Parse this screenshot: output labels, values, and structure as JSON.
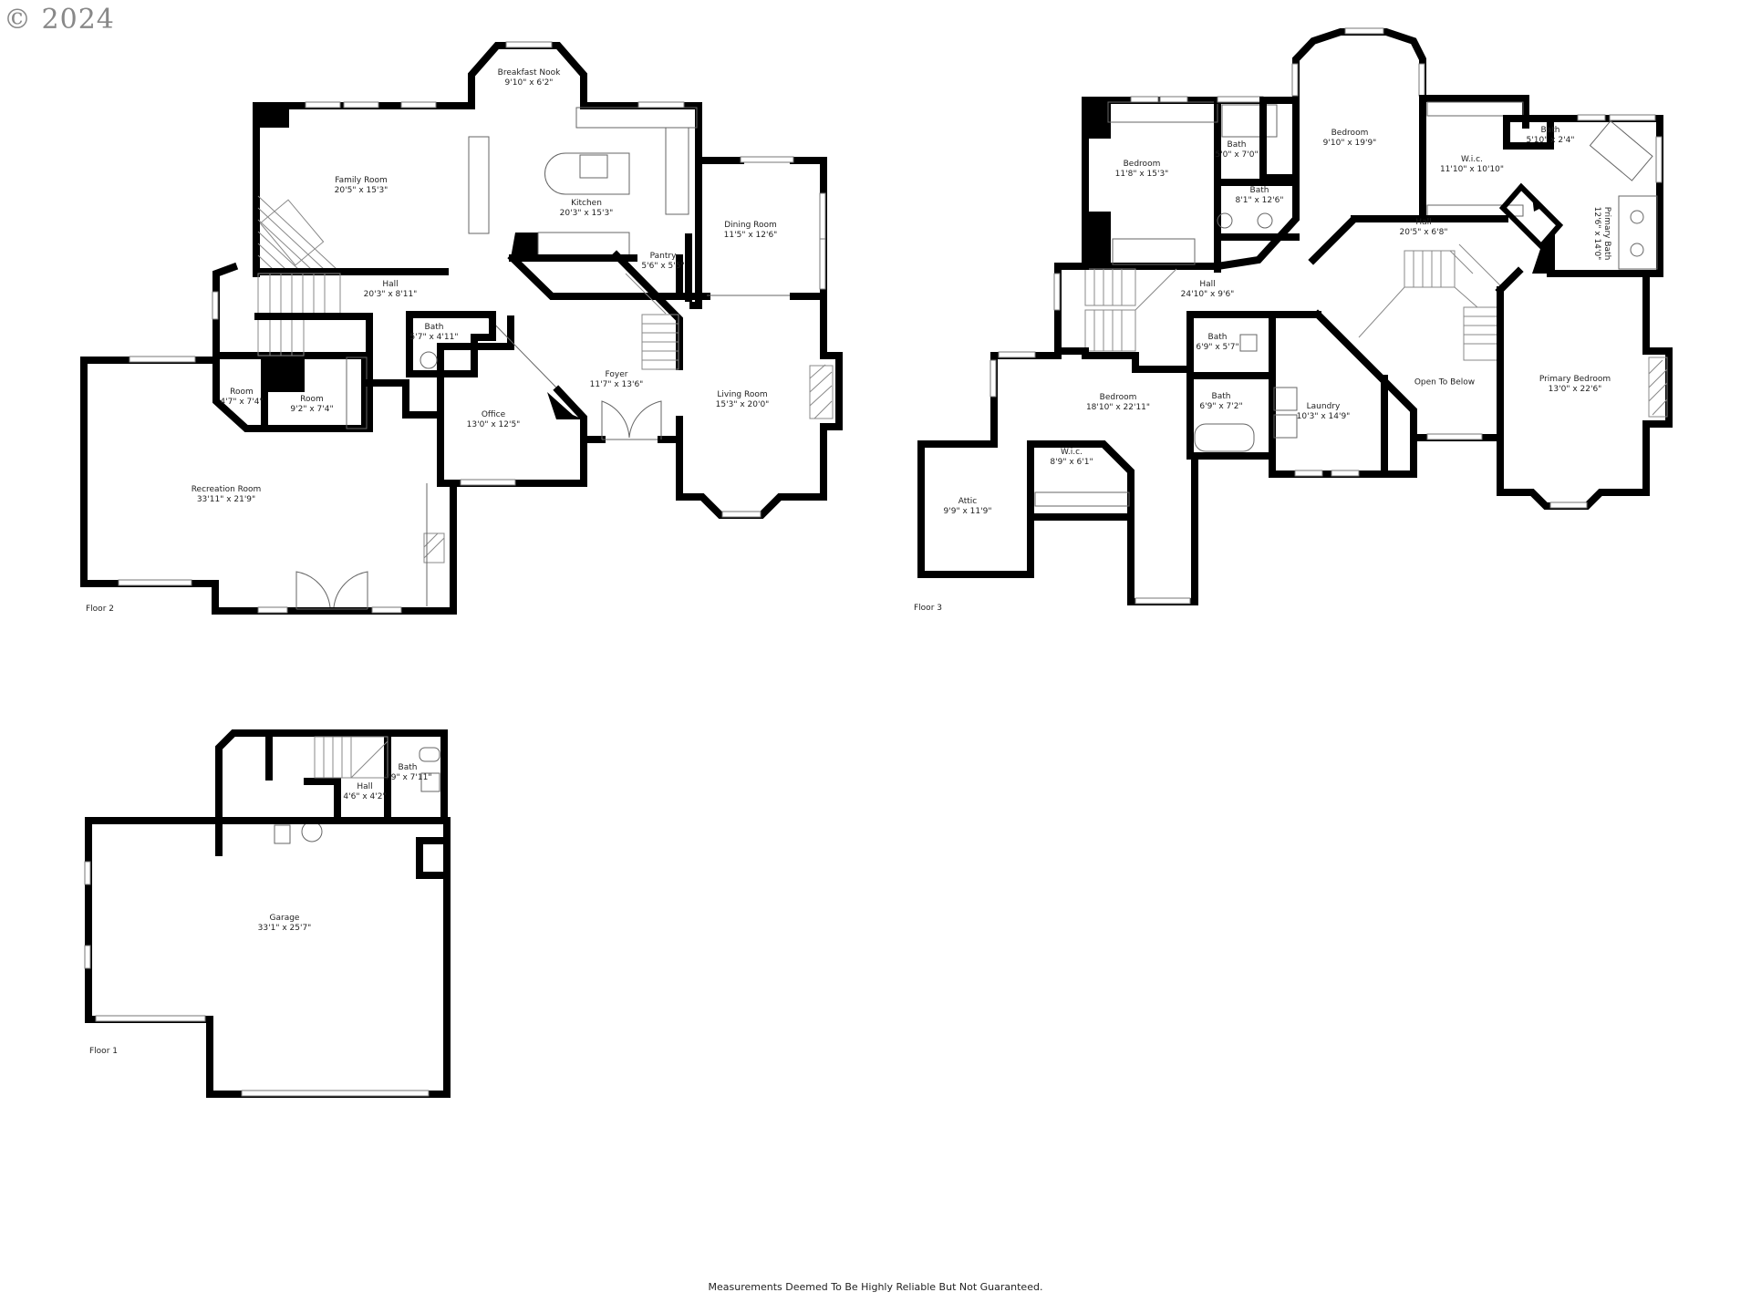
{
  "copyright": "© 2024",
  "disclaimer": "Measurements Deemed To Be Highly Reliable But Not Guaranteed.",
  "floors": [
    {
      "label": "Floor 2",
      "rooms": [
        {
          "name": "Breakfast Nook",
          "size": "9'10\" x 6'2\""
        },
        {
          "name": "Family Room",
          "size": "20'5\" x 15'3\""
        },
        {
          "name": "Kitchen",
          "size": "20'3\" x 15'3\""
        },
        {
          "name": "Dining Room",
          "size": "11'5\" x 12'6\""
        },
        {
          "name": "Pantry",
          "size": "5'6\" x 5'5\""
        },
        {
          "name": "Hall",
          "size": "20'3\" x 8'11\""
        },
        {
          "name": "Bath",
          "size": "5'7\" x 4'11\""
        },
        {
          "name": "Room",
          "size": "4'7\" x 7'4\""
        },
        {
          "name": "Room",
          "size": "9'2\" x 7'4\""
        },
        {
          "name": "Foyer",
          "size": "11'7\" x 13'6\""
        },
        {
          "name": "Office",
          "size": "13'0\" x 12'5\""
        },
        {
          "name": "Living Room",
          "size": "15'3\" x 20'0\""
        },
        {
          "name": "Recreation Room",
          "size": "33'11\" x 21'9\""
        }
      ]
    },
    {
      "label": "Floor 3",
      "rooms": [
        {
          "name": "Bedroom",
          "size": "11'8\" x 15'3\""
        },
        {
          "name": "Bath",
          "size": "5'0\" x 7'0\""
        },
        {
          "name": "Bedroom",
          "size": "9'10\" x 19'9\""
        },
        {
          "name": "Bath",
          "size": "8'1\" x 12'6\""
        },
        {
          "name": "W.i.c.",
          "size": "11'10\" x 10'10\""
        },
        {
          "name": "Bath",
          "size": "5'10\" x 2'4\""
        },
        {
          "name": "Primary Bath",
          "size": "12'6\" x 14'0\""
        },
        {
          "name": "Hall",
          "size": "20'5\" x 6'8\""
        },
        {
          "name": "Hall",
          "size": "24'10\" x 9'6\""
        },
        {
          "name": "Bath",
          "size": "6'9\" x 5'7\""
        },
        {
          "name": "Bath",
          "size": "6'9\" x 7'2\""
        },
        {
          "name": "Laundry",
          "size": "10'3\" x 14'9\""
        },
        {
          "name": "Open To Below",
          "size": ""
        },
        {
          "name": "Primary Bedroom",
          "size": "13'0\" x 22'6\""
        },
        {
          "name": "Bedroom",
          "size": "18'10\" x 22'11\""
        },
        {
          "name": "W.i.c.",
          "size": "8'9\" x 6'1\""
        },
        {
          "name": "Attic",
          "size": "9'9\" x 11'9\""
        }
      ]
    },
    {
      "label": "Floor 1",
      "rooms": [
        {
          "name": "Bath",
          "size": "4'9\" x 7'11\""
        },
        {
          "name": "Hall",
          "size": "4'6\" x 4'2\""
        },
        {
          "name": "Garage",
          "size": "33'1\" x 25'7\""
        }
      ]
    }
  ]
}
